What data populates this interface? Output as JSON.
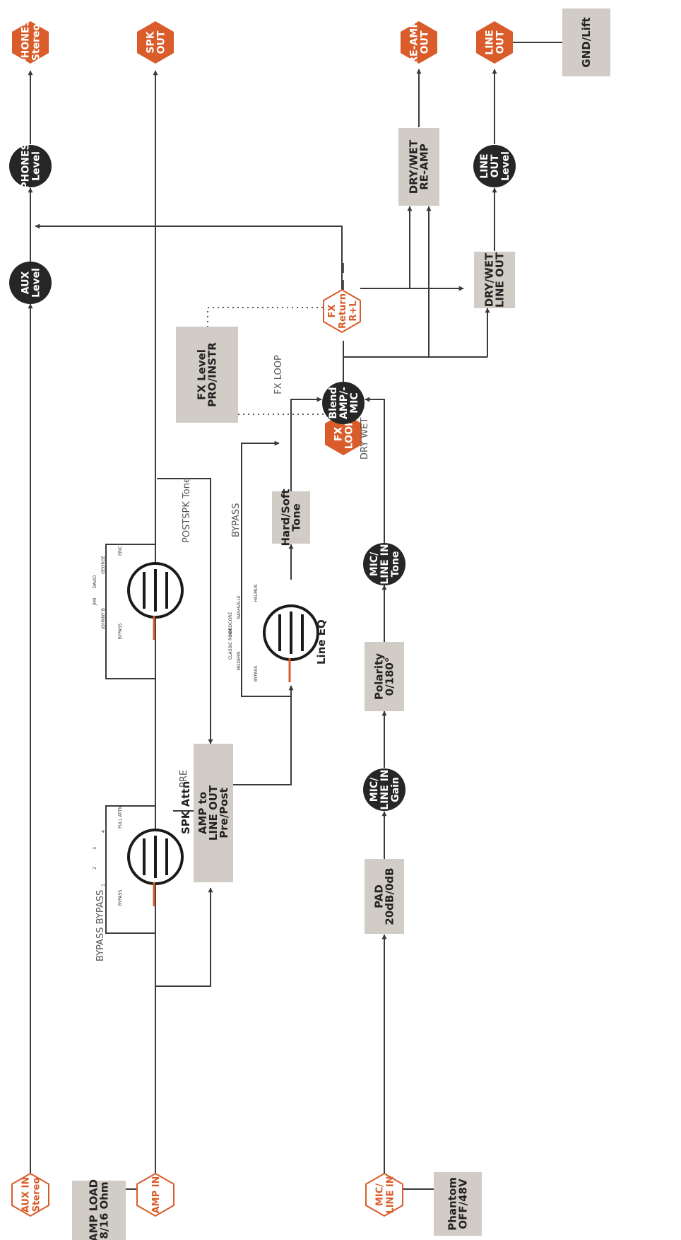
{
  "colors": {
    "orange": "#d95c2a",
    "dark": "#262626",
    "gray_box": "#d1ccc6",
    "line": "#3a3a3a"
  },
  "inputs": {
    "aux_in": [
      "AUX IN",
      "Stereo"
    ],
    "amp_in": [
      "AMP IN"
    ],
    "mic_line_in": [
      "MIC/",
      "LINE IN"
    ],
    "amp_load": [
      "AMP LOAD",
      "8/16 Ohm"
    ],
    "phantom": [
      "Phantom",
      "OFF/48V"
    ]
  },
  "outputs": {
    "phones": [
      "PHONES",
      "Stereo"
    ],
    "spk_out": [
      "SPK",
      "OUT"
    ],
    "re_amp_out": [
      "RE-AMP",
      "OUT"
    ],
    "line_out": [
      "LINE",
      "OUT"
    ],
    "gnd_lift": [
      "GND/Lift"
    ]
  },
  "fx": {
    "fx_loop": [
      "FX",
      "LOOP"
    ],
    "fx_return": [
      "FX",
      "Return",
      "R+L"
    ],
    "fx_level": [
      "FX Level",
      "PRO/INSTR"
    ],
    "fx_loop_label": "FX LOOP",
    "dry_wet": "DRY WET"
  },
  "knobs": {
    "aux_level": [
      "AUX",
      "Level"
    ],
    "phones_level": [
      "PHONES",
      "Level"
    ],
    "line_out_level": [
      "LINE",
      "OUT",
      "Level"
    ],
    "blend": [
      "Blend",
      "AMP/-",
      "MIC"
    ],
    "mic_tone": [
      "MIC/",
      "LINE IN",
      "Tone"
    ],
    "mic_gain": [
      "MIC/",
      "LINE IN",
      "Gain"
    ]
  },
  "boxes": {
    "dry_wet_reamp": [
      "DRY/WET",
      "RE-AMP"
    ],
    "dry_wet_lineout": [
      "DRY/WET",
      "LINE OUT"
    ],
    "hard_soft_tone": [
      "Hard/Soft",
      "Tone"
    ],
    "amp_to_line_out": [
      "AMP to",
      "LINE OUT",
      "Pre/Post"
    ],
    "polarity": [
      "Polarity",
      "0/180°"
    ],
    "pad": [
      "PAD",
      "20dB/0dB"
    ]
  },
  "path_labels": {
    "bypass_bypass": "BYPASS BYPASS",
    "pre": "PRE",
    "post_spk_tone": "POSTSPK Tone",
    "bypass": "BYPASS"
  },
  "selectors": {
    "spk_attn": {
      "label": "SPK Attn",
      "ticks": [
        "BYPASS",
        "1",
        "2",
        "3",
        "4",
        "FULL ATTN"
      ]
    },
    "spk_tone": {
      "ticks": [
        "BYPASS",
        "JOHNNY B",
        "JIMI",
        "DAVID",
        "GEORGE",
        "ERIC"
      ]
    },
    "line_eq": {
      "label": "Line EQ",
      "ticks": [
        "BYPASS",
        "MODERN",
        "CLASSIC ROCK",
        "HARDCORE",
        "NASHVILLE",
        "HELMUS"
      ]
    }
  }
}
